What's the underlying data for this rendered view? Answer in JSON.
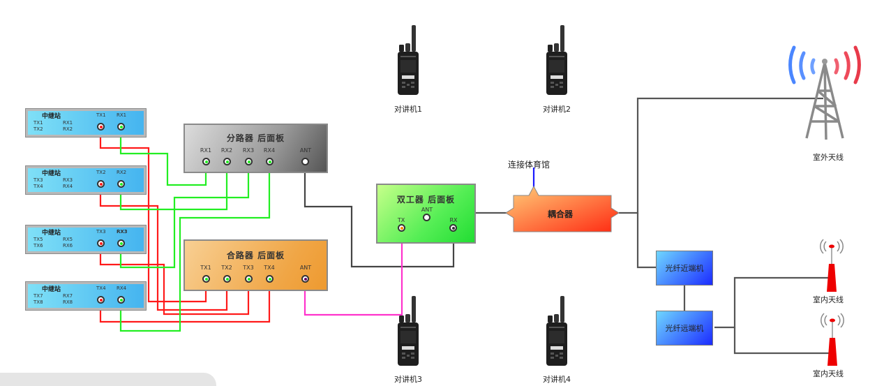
{
  "relays": [
    {
      "title": "中继站",
      "channels": [
        [
          "TX1",
          "RX1"
        ],
        [
          "TX2",
          "RX2"
        ]
      ],
      "tx_label": "TX1",
      "rx_label": "RX1"
    },
    {
      "title": "中继站",
      "channels": [
        [
          "TX3",
          "RX3"
        ],
        [
          "TX4",
          "RX4"
        ]
      ],
      "tx_label": "TX2",
      "rx_label": "RX2"
    },
    {
      "title": "中继站",
      "channels": [
        [
          "TX5",
          "RX5"
        ],
        [
          "TX6",
          "RX6"
        ]
      ],
      "tx_label": "TX3",
      "rx_label": "RX3"
    },
    {
      "title": "中继站",
      "channels": [
        [
          "TX7",
          "RX7"
        ],
        [
          "TX8",
          "RX8"
        ]
      ],
      "tx_label": "TX4",
      "rx_label": "RX4"
    }
  ],
  "splitter": {
    "title": "分路器  后面板",
    "ports": [
      "RX1",
      "RX2",
      "RX3",
      "RX4"
    ],
    "ant": "ANT"
  },
  "combiner": {
    "title": "合路器  后面板",
    "ports": [
      "TX1",
      "TX2",
      "TX3",
      "TX4"
    ],
    "ant": "ANT"
  },
  "duplexer": {
    "title": "双工器    后面板",
    "ant": "ANT",
    "tx": "TX",
    "rx": "RX"
  },
  "coupler": {
    "label": "耦合器",
    "connection_label": "连接体育馆"
  },
  "radios": [
    "对讲机1",
    "对讲机2",
    "对讲机3",
    "对讲机4"
  ],
  "outdoor_antenna": {
    "label": "室外天线"
  },
  "fiber_near": {
    "label": "光纤近端机"
  },
  "fiber_far": {
    "label": "光纤远端机"
  },
  "indoor_antennas": [
    "室内天线",
    "室内天线"
  ],
  "colors": {
    "tx_wire": "#ff1a1a",
    "rx_wire": "#22ee22",
    "ant_wire": "#444444",
    "tx_duplex_wire": "#ff33cc",
    "venue_wire": "#1a1aff"
  }
}
